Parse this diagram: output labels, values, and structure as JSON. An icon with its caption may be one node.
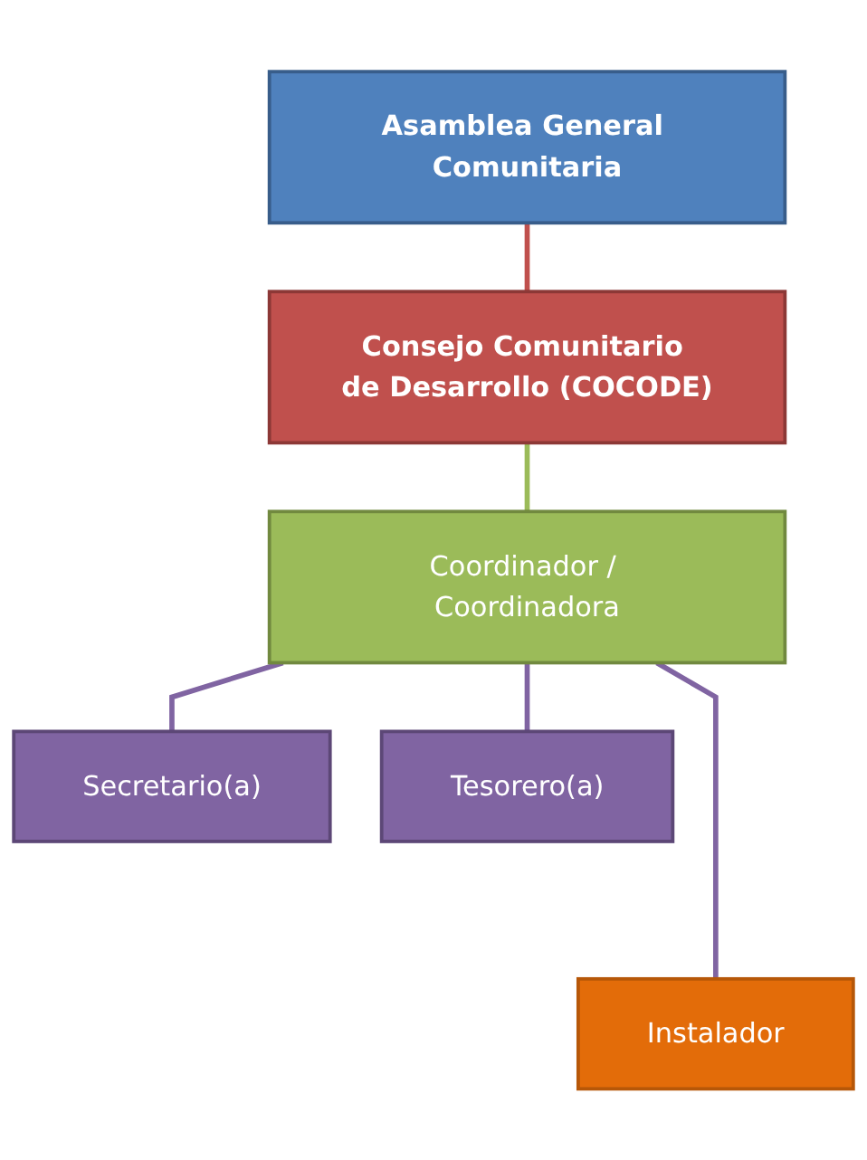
{
  "diagram": {
    "nodes": [
      {
        "text": [
          "Asamblea General Comunitaria"
        ]
      },
      {
        "text": [
          "Consejo Comunitario de Desarrollo (COCODE)"
        ]
      },
      {
        "text": [
          "Coordinador / Coordinadora"
        ]
      },
      {
        "text": [
          "Secretario(a)"
        ]
      },
      {
        "text": [
          "Tesorero(a)"
        ]
      },
      {
        "text": [
          "Instalador"
        ]
      }
    ],
    "edges": [
      {
        "from": 0,
        "to": 1,
        "arrow": "none",
        "color": "#c0504d"
      },
      {
        "from": 1,
        "to": 2,
        "arrow": "none",
        "color": "#9bbb59"
      },
      {
        "from": 2,
        "to": 3,
        "arrow": "none"
      },
      {
        "from": 2,
        "to": 4,
        "arrow": "none"
      },
      {
        "from": 2,
        "to": 5,
        "arrow": "none"
      }
    ]
  }
}
